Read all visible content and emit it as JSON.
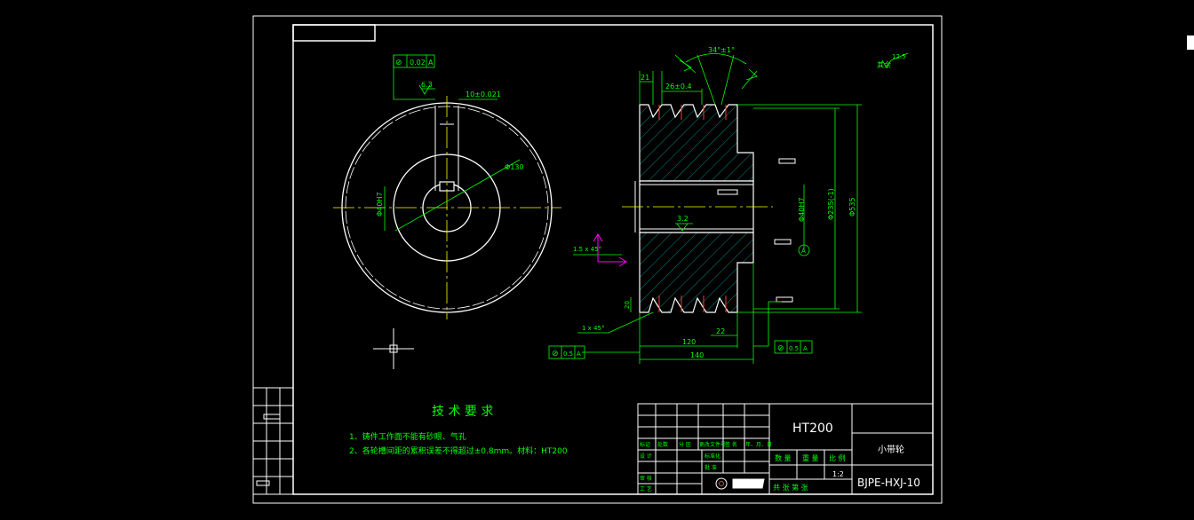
{
  "colors": {
    "background": "#000000",
    "border": "#ffffff",
    "dimension": "#00ff00",
    "outline": "#ffffff",
    "hatch": "#00aaaa",
    "centerline": "#ffff00",
    "tolerance_marker": "#ff00ff",
    "groove_accent": "#ff3333"
  },
  "front_view": {
    "dia_outer": "Φ130",
    "dia_bore": "Φ40H7",
    "keyway_width": "10±0.021",
    "roughness_hub": "6.3",
    "tolerance_frame": [
      "⊘",
      "0.02",
      "A"
    ]
  },
  "section_view": {
    "groove_angle": "34°±1°",
    "dim_21": "21",
    "dim_pitch": "26±0.4",
    "dia_bore": "Φ40H7",
    "dia_groove": "Φ235(-1)",
    "dia_outer": "Φ535",
    "roughness_bore": "3.2",
    "chamfer_left": "1.5 x 45°",
    "chamfer_bottom": "1 x 45°",
    "dim_20": "20",
    "dim_120": "120",
    "dim_22": "22",
    "dim_140": "140",
    "datum": "A",
    "tol_left": [
      "⊘",
      "0.5",
      "A"
    ],
    "tol_right": [
      "⊘",
      "0.5",
      "A"
    ]
  },
  "roughness_other": {
    "label": "其余",
    "value": "12.5"
  },
  "tech_requirements": {
    "title": "技 术 要 求",
    "items": [
      "1、铸件工作面不能有砂眼、气孔",
      "2、各轮槽间距的累积误差不得超过±0.8mm。材料：HT200"
    ]
  },
  "title_block": {
    "material": "HT200",
    "part_name": "小带轮",
    "drawing_no": "BJPE-HXJ-10",
    "scale": "1:2",
    "headers": [
      "标记",
      "处数",
      "分 区",
      "更改文件号",
      "签 名",
      "年、月、日"
    ],
    "rows_left": [
      "设 计",
      "标准化"
    ],
    "rows_left2": [
      "审 核",
      "工 艺"
    ],
    "mid_label": "批 准",
    "qty_labels": [
      "数 量",
      "重 量",
      "比 例"
    ],
    "sheets": "共   张   第   张"
  }
}
